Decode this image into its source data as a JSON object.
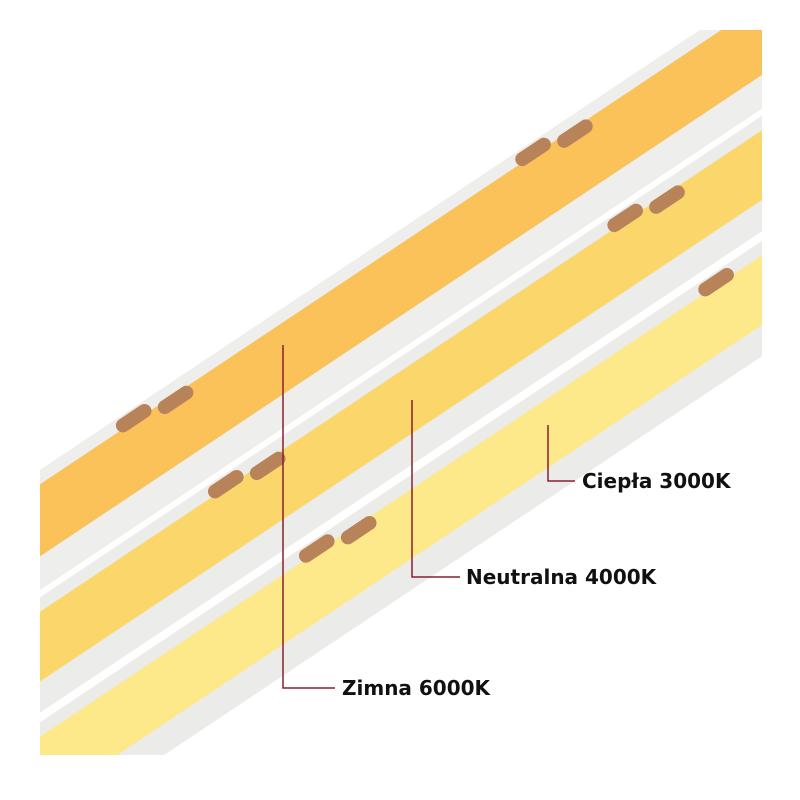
{
  "labels": {
    "cold": "Zimna 6000K",
    "neutral": "Neutralna 4000K",
    "warm": "Ciepła 3000K"
  },
  "colors": {
    "cold_strip": "#fde98a",
    "neutral_strip": "#fbd66a",
    "warm_strip": "#fbc25a",
    "pcb": "#efefed",
    "pad": "#b9835a",
    "leader_line": "#8a1f2e"
  }
}
